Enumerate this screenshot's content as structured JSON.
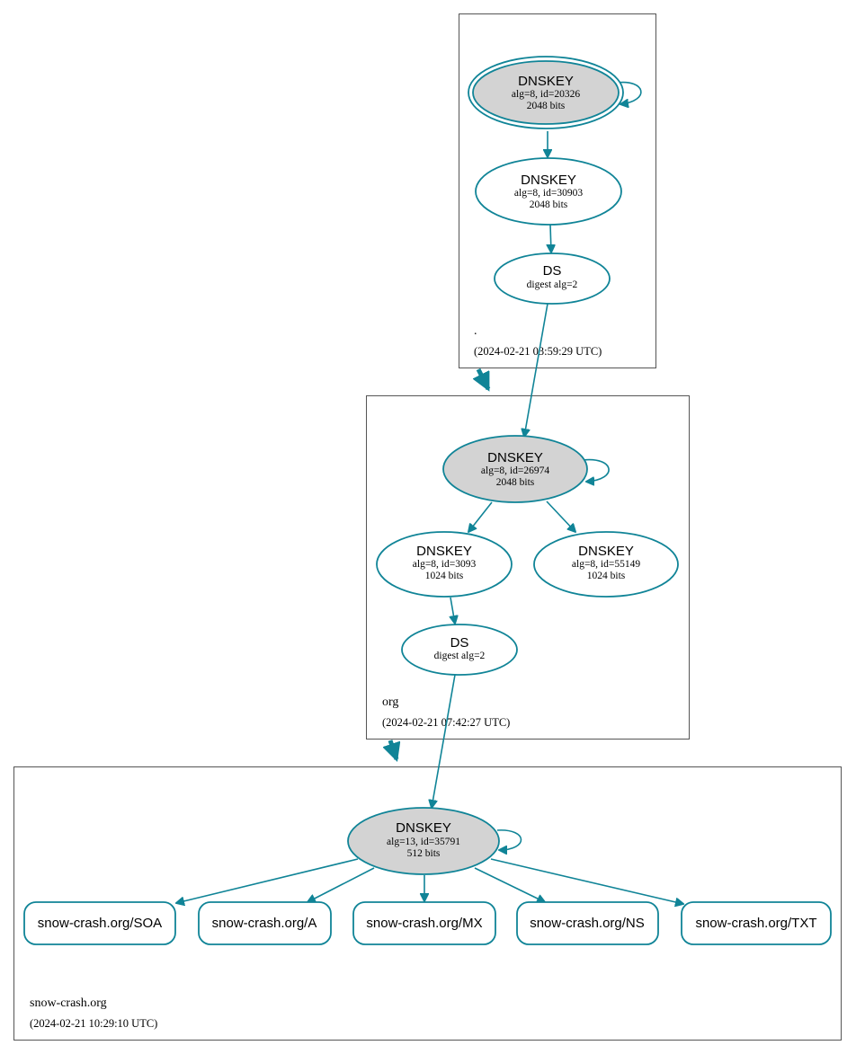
{
  "colors": {
    "edge": "#108497",
    "sep_fill": "#d3d3d3",
    "box": "#555555"
  },
  "zones": {
    "root": {
      "name": ".",
      "time": "(2024-02-21 03:59:29 UTC)"
    },
    "org": {
      "name": "org",
      "time": "(2024-02-21 07:42:27 UTC)"
    },
    "snow": {
      "name": "snow-crash.org",
      "time": "(2024-02-21 10:29:10 UTC)"
    }
  },
  "nodes": {
    "root_ksk": {
      "title": "DNSKEY",
      "line1": "alg=8, id=20326",
      "line2": "2048 bits"
    },
    "root_zsk": {
      "title": "DNSKEY",
      "line1": "alg=8, id=30903",
      "line2": "2048 bits"
    },
    "root_ds": {
      "title": "DS",
      "line1": "digest alg=2"
    },
    "org_ksk": {
      "title": "DNSKEY",
      "line1": "alg=8, id=26974",
      "line2": "2048 bits"
    },
    "org_zsk1": {
      "title": "DNSKEY",
      "line1": "alg=8, id=3093",
      "line2": "1024 bits"
    },
    "org_zsk2": {
      "title": "DNSKEY",
      "line1": "alg=8, id=55149",
      "line2": "1024 bits"
    },
    "org_ds": {
      "title": "DS",
      "line1": "digest alg=2"
    },
    "snow_key": {
      "title": "DNSKEY",
      "line1": "alg=13, id=35791",
      "line2": "512 bits"
    }
  },
  "rrsets": {
    "soa": "snow-crash.org/SOA",
    "a": "snow-crash.org/A",
    "mx": "snow-crash.org/MX",
    "ns": "snow-crash.org/NS",
    "txt": "snow-crash.org/TXT"
  }
}
